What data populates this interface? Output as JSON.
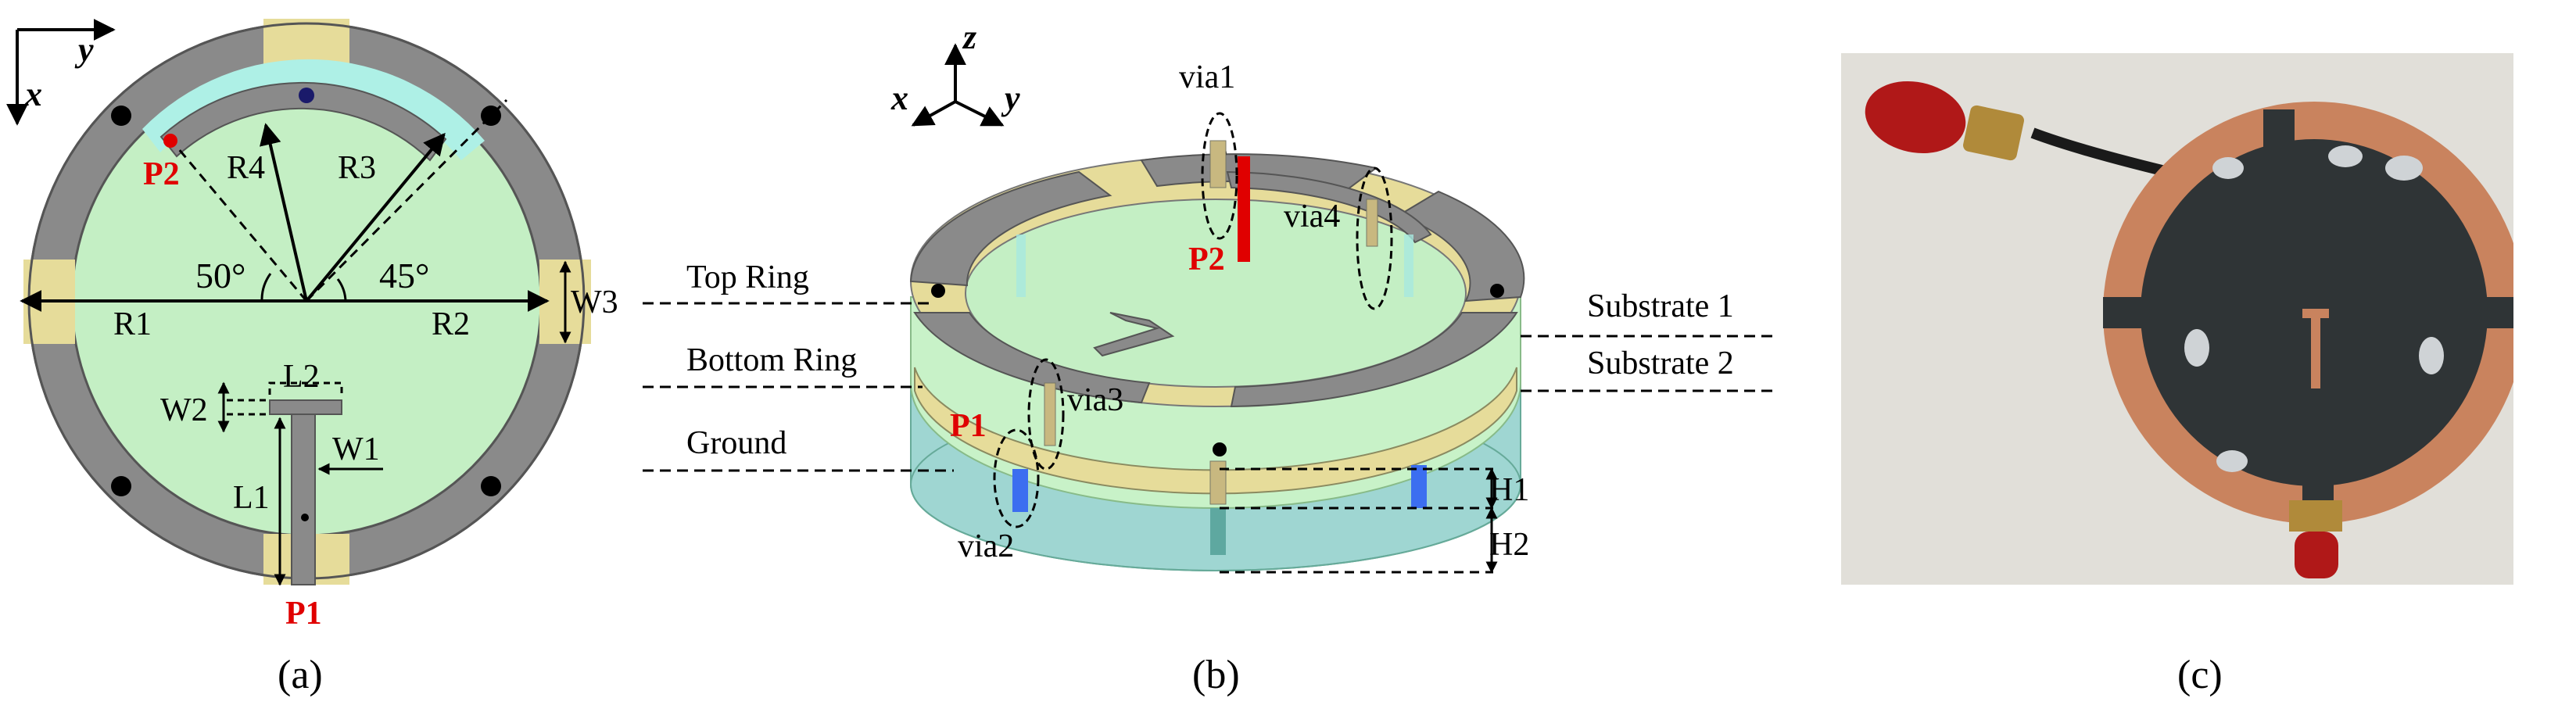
{
  "panel_a": {
    "axis_x": "x",
    "axis_y": "y",
    "port_p2": "P2",
    "port_p1": "P1",
    "r4": "R4",
    "r3": "R3",
    "angle_left": "50°",
    "angle_right": "45°",
    "r1": "R1",
    "r2": "R2",
    "w3": "W3",
    "l2": "L2",
    "w2": "W2",
    "w1": "W1",
    "l1": "L1",
    "caption": "(a)"
  },
  "panel_b": {
    "axis_x": "x",
    "axis_y": "y",
    "axis_z": "z",
    "via1": "via1",
    "via2": "via2",
    "via3": "via3",
    "via4": "via4",
    "port_p2": "P2",
    "port_p1": "P1",
    "top_ring": "Top Ring",
    "bottom_ring": "Bottom Ring",
    "ground": "Ground",
    "substrate1": "Substrate 1",
    "substrate2": "Substrate 2",
    "h1": "H1",
    "h2": "H2",
    "caption": "(b)"
  },
  "panel_c": {
    "caption": "(c)"
  },
  "colors": {
    "substrate_green": "#c4efc4",
    "ring_gray": "#8a8a8a",
    "gold": "#e6dc9a",
    "port_red": "#e00000",
    "substrate2_teal": "#9fd6d2",
    "photo_bg": "#dcdad4",
    "copper": "#c9835e",
    "board_black": "#2f3436",
    "cap_red": "#b01818"
  }
}
